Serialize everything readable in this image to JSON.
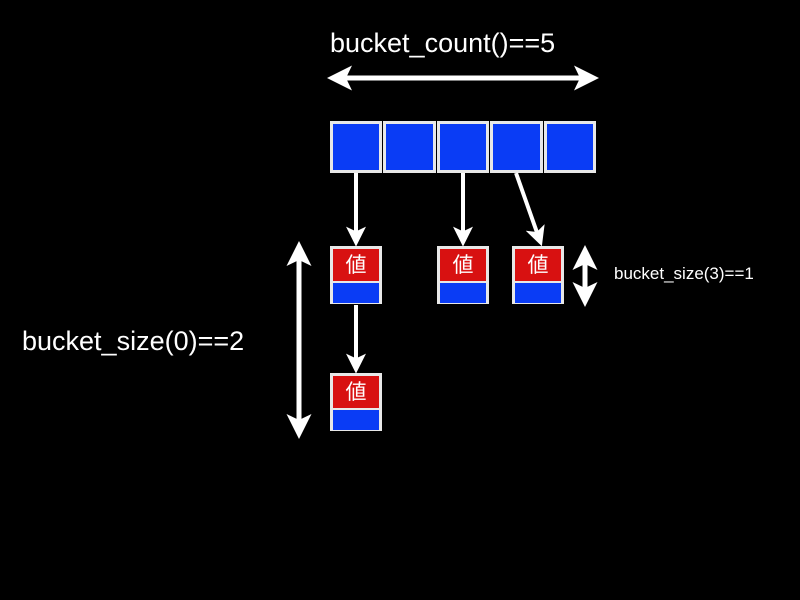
{
  "diagram": {
    "title_label": "bucket_count()==5",
    "bucket_size_0_label": "bucket_size(0)==2",
    "bucket_size_3_label": "bucket_size(3)==1",
    "node_value_text": "値",
    "colors": {
      "background": "#000000",
      "bucket_fill": "#0a3cf5",
      "node_value_fill": "#d81111",
      "node_next_fill": "#0a3cf5",
      "border": "#e8e8e8",
      "text": "#ffffff",
      "arrow": "#ffffff"
    },
    "bucket_array": {
      "count": 5,
      "cells": [
        {
          "index": 0,
          "has_chain": true
        },
        {
          "index": 1,
          "has_chain": false
        },
        {
          "index": 2,
          "has_chain": true
        },
        {
          "index": 3,
          "has_chain": true
        },
        {
          "index": 4,
          "has_chain": false
        }
      ]
    },
    "chains": [
      {
        "bucket_index": 0,
        "length": 2,
        "nodes": [
          "値",
          "値"
        ]
      },
      {
        "bucket_index": 2,
        "length": 1,
        "nodes": [
          "値"
        ]
      },
      {
        "bucket_index": 3,
        "length": 1,
        "nodes": [
          "値"
        ]
      }
    ],
    "measures": [
      {
        "name": "bucket_count",
        "orientation": "horizontal",
        "label": "bucket_count()==5",
        "value": 5
      },
      {
        "name": "bucket_size_0",
        "orientation": "vertical",
        "label": "bucket_size(0)==2",
        "value": 2
      },
      {
        "name": "bucket_size_3",
        "orientation": "vertical",
        "label": "bucket_size(3)==1",
        "value": 1
      }
    ]
  }
}
